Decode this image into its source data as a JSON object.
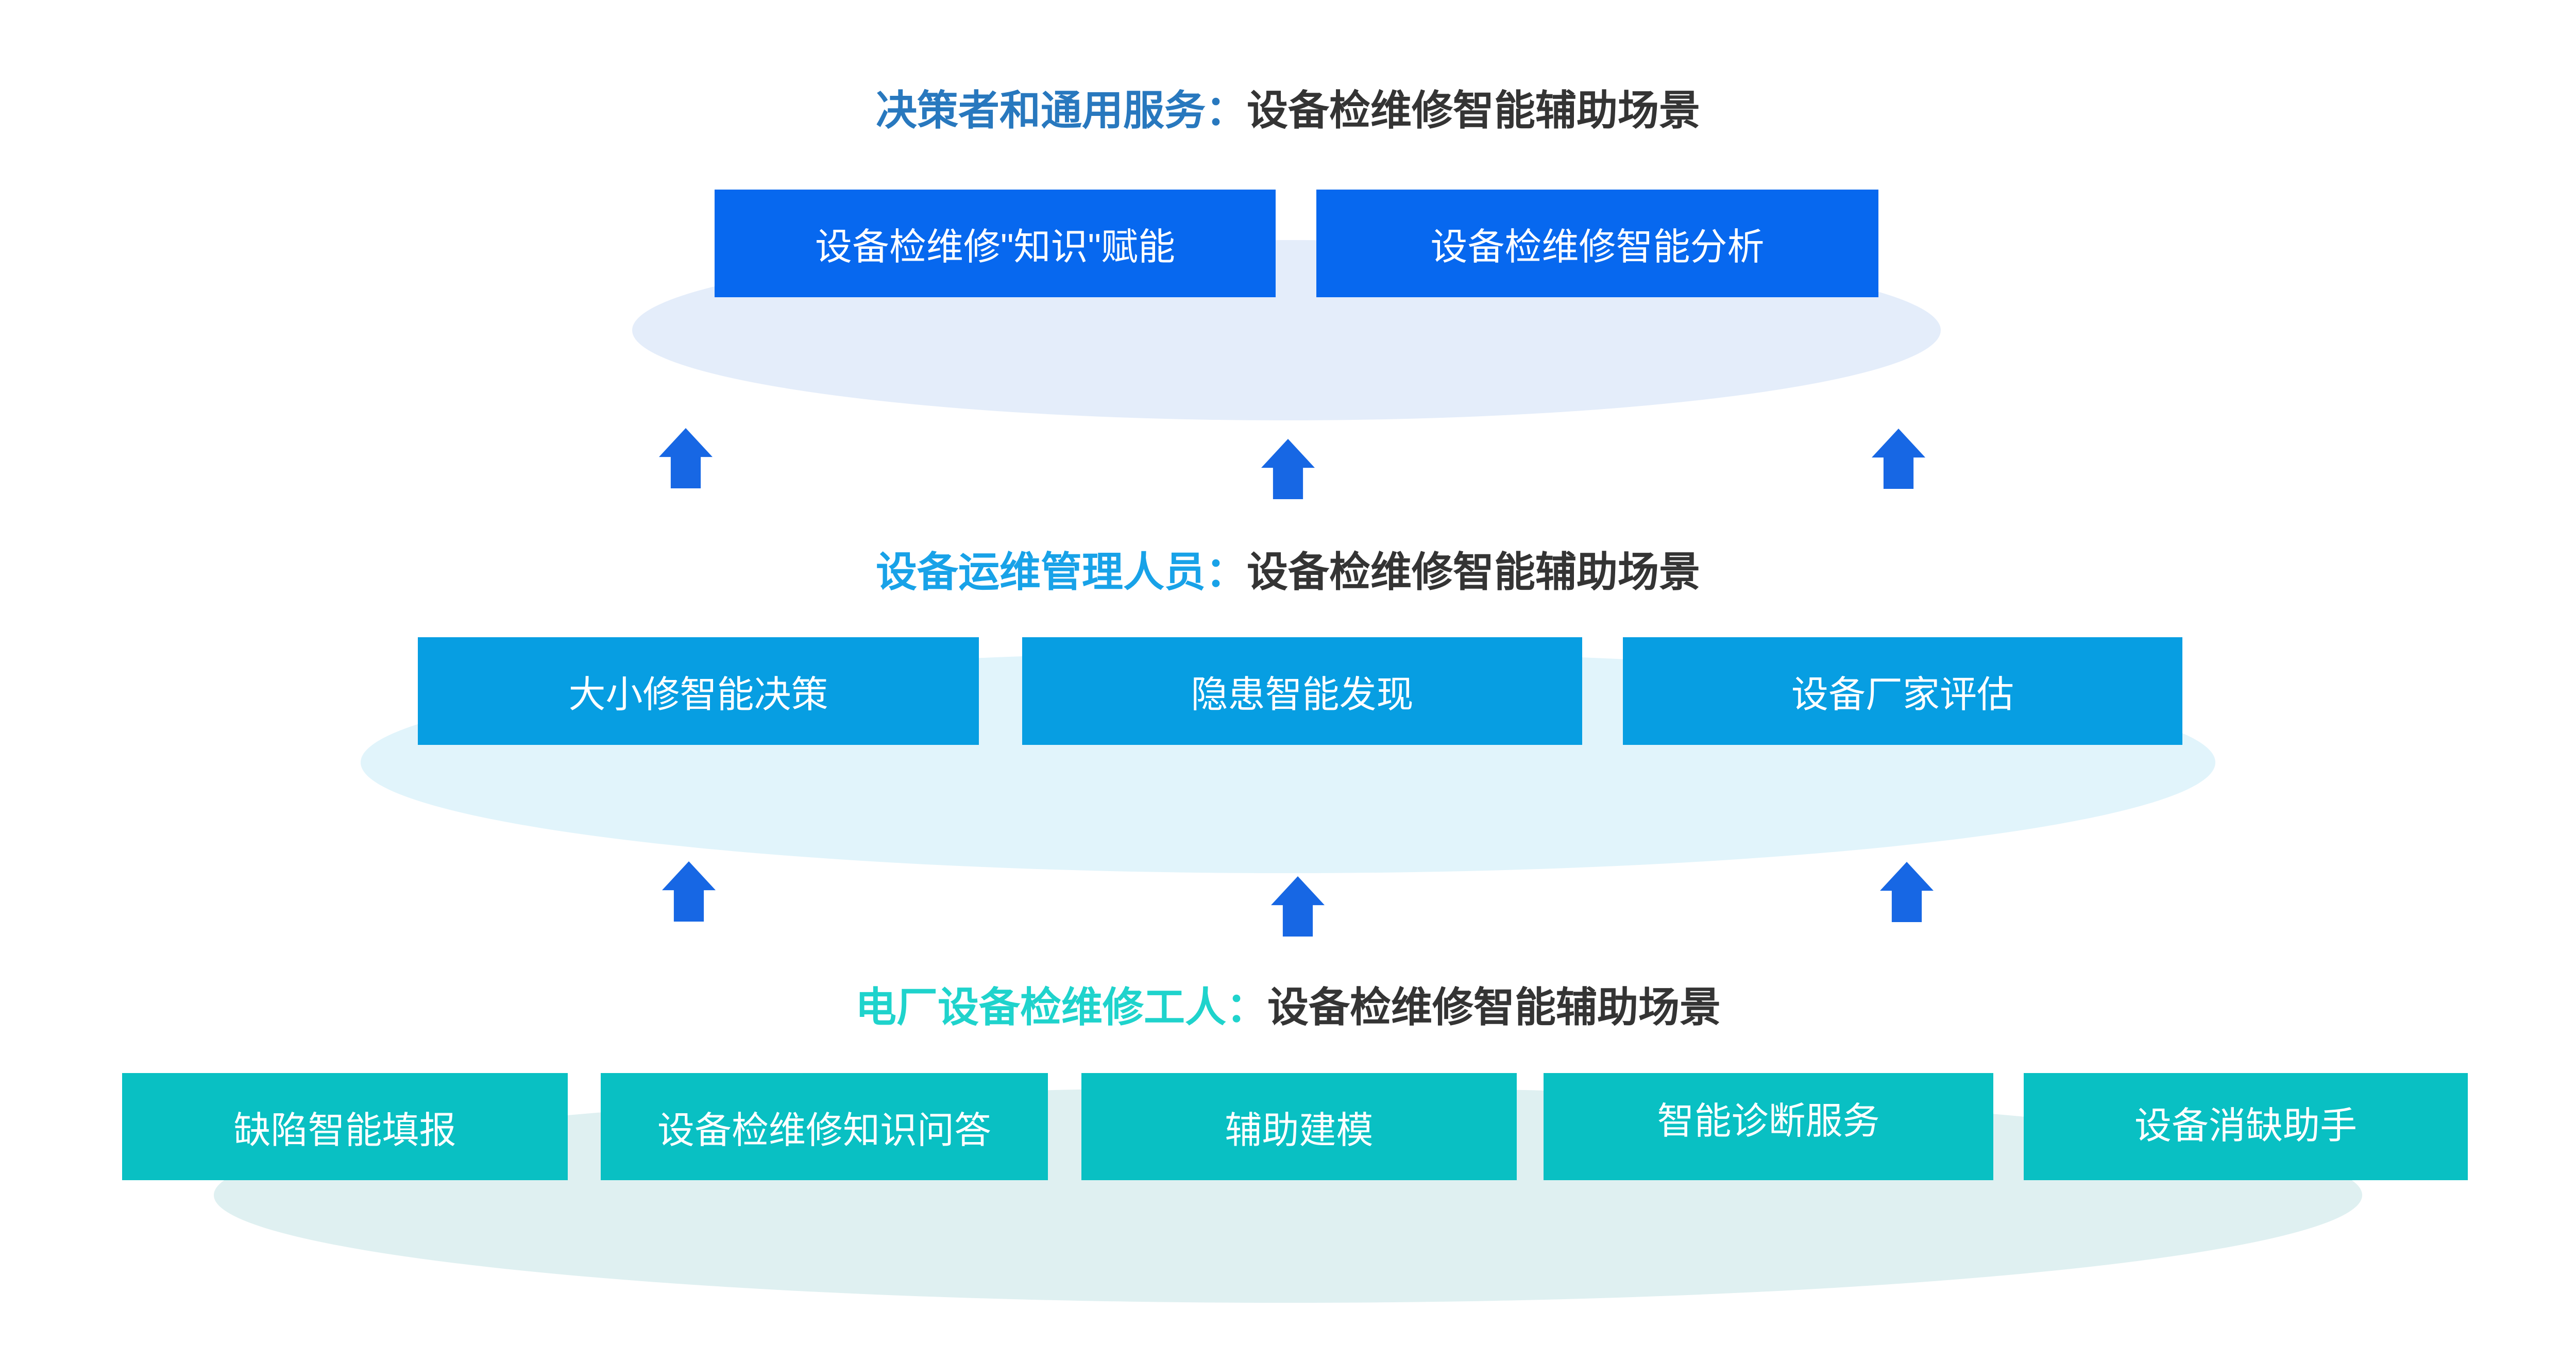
{
  "colors": {
    "tier1-accent": "#2878BE",
    "tier1-button": "#0768EF",
    "tier1-ellipse": "#E4EDFA",
    "tier2-accent": "#18A2E8",
    "tier2-button": "#079EE2",
    "tier2-ellipse": "#E1F4FB",
    "tier3-accent": "#1FD3CC",
    "tier3-button": "#09C0C3",
    "tier3-ellipse": "#DFF0F1",
    "arrow": "#1767E4",
    "title-text": "#343434",
    "button-text": "#FFFFFF"
  },
  "tiers": [
    {
      "id": "decision-makers",
      "title_highlight": "决策者和通用服务：",
      "title_rest": "设备检维修智能辅助场景",
      "buttons": [
        {
          "label": "设备检维修\"知识\"赋能"
        },
        {
          "label": "设备检维修智能分析"
        }
      ]
    },
    {
      "id": "ops-managers",
      "title_highlight": "设备运维管理人员：",
      "title_rest": "设备检维修智能辅助场景",
      "buttons": [
        {
          "label": "大小修智能决策"
        },
        {
          "label": "隐患智能发现"
        },
        {
          "label": "设备厂家评估"
        }
      ]
    },
    {
      "id": "plant-workers",
      "title_highlight": "电厂设备检维修工人：",
      "title_rest": "设备检维修智能辅助场景",
      "buttons": [
        {
          "label": "缺陷智能填报"
        },
        {
          "label": "设备检维修知识问答"
        },
        {
          "label": "辅助建模"
        },
        {
          "label": "智能诊断服务"
        },
        {
          "label": "设备消缺助手"
        }
      ]
    }
  ]
}
